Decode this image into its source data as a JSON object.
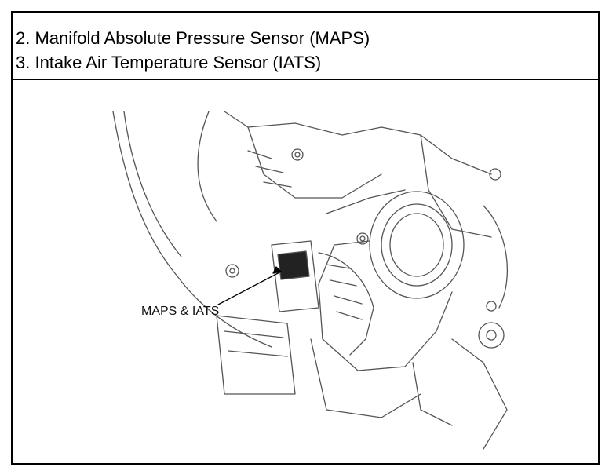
{
  "header": {
    "line1": "2. Manifold Absolute Pressure Sensor (MAPS)",
    "line2": "3. Intake Air Temperature Sensor (IATS)"
  },
  "figure": {
    "callout_label": "MAPS & IATS"
  },
  "colors": {
    "ink": "#000000",
    "line_art": "#555555",
    "paper": "#ffffff"
  }
}
